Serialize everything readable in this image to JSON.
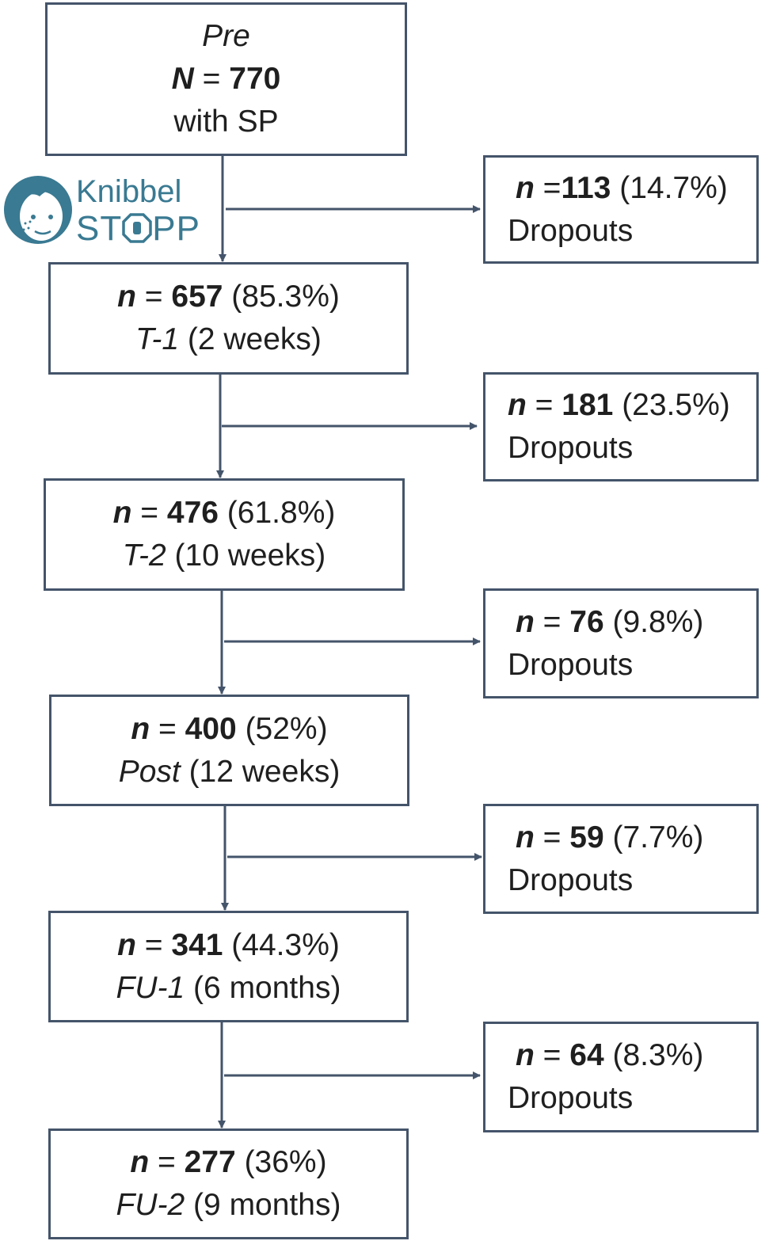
{
  "pre": {
    "label": "Pre",
    "n_symbol": "N",
    "eq": " = ",
    "value": "770",
    "sub": "with SP"
  },
  "stages": [
    {
      "n_symbol": "n",
      "eq": " = ",
      "value": "657",
      "pct": " (85.3%)",
      "name": "T-1",
      "period": " (2 weeks)"
    },
    {
      "n_symbol": "n",
      "eq": " = ",
      "value": "476",
      "pct": " (61.8%)",
      "name": "T-2",
      "period": " (10 weeks)"
    },
    {
      "n_symbol": "n",
      "eq": " = ",
      "value": "400",
      "pct": " (52%)",
      "name": "Post",
      "period": " (12 weeks)"
    },
    {
      "n_symbol": "n",
      "eq": " = ",
      "value": "341",
      "pct": " (44.3%)",
      "name": "FU-1",
      "period": " (6 months)"
    },
    {
      "n_symbol": "n",
      "eq": " = ",
      "value": "277",
      "pct": " (36%)",
      "name": "FU-2",
      "period": " (9 months)"
    }
  ],
  "dropouts": [
    {
      "n_symbol": "n",
      "eq": " =",
      "value": "113",
      "pct": " (14.7%)",
      "label": "Dropouts"
    },
    {
      "n_symbol": "n",
      "eq": " = ",
      "value": "181",
      "pct": " (23.5%)",
      "label": "Dropouts"
    },
    {
      "n_symbol": "n",
      "eq": " = ",
      "value": "76",
      "pct": " (9.8%)",
      "label": "Dropouts"
    },
    {
      "n_symbol": "n",
      "eq": " = ",
      "value": "59",
      "pct": " (7.7%)",
      "label": "Dropouts"
    },
    {
      "n_symbol": "n",
      "eq": " = ",
      "value": "64",
      "pct": " (8.3%)",
      "label": "Dropouts"
    }
  ],
  "logo": {
    "line1": "Knibbel",
    "line2": "ST",
    "line3": "PP"
  },
  "colors": {
    "border": "#44546a",
    "arrow": "#44546a",
    "logo": "#3a7a92"
  }
}
